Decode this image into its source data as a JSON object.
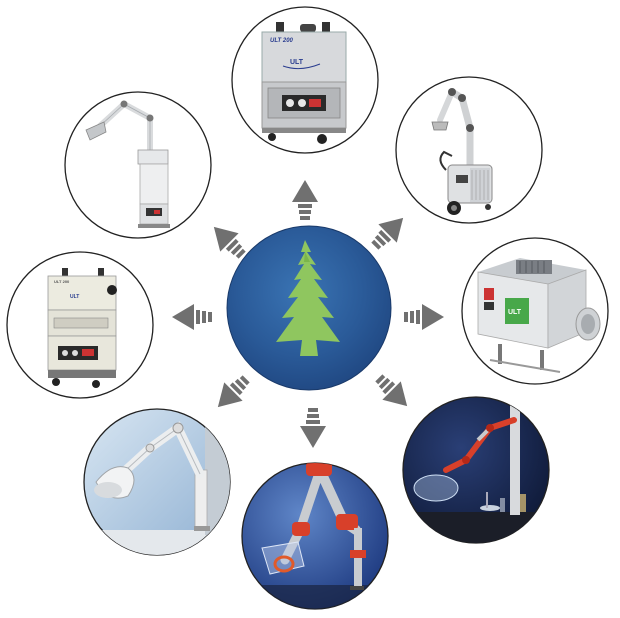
{
  "diagram": {
    "center": {
      "icon": "tree-icon"
    },
    "products": [
      {
        "id": "top",
        "icon": "fume-extractor-cabinet-icon",
        "label": "ULT 200",
        "logo": "ULT"
      },
      {
        "id": "top-right",
        "icon": "mobile-arm-extractor-icon"
      },
      {
        "id": "right",
        "icon": "inline-filter-unit-icon",
        "badge": "ULT"
      },
      {
        "id": "bottom-right",
        "icon": "lab-extraction-arm-icon"
      },
      {
        "id": "bottom",
        "icon": "red-extraction-arm-icon"
      },
      {
        "id": "bottom-left",
        "icon": "wall-hood-arm-icon"
      },
      {
        "id": "left",
        "icon": "fume-extractor-cabinet-icon",
        "label": "ULT 200",
        "logo": "ULT"
      },
      {
        "id": "top-left",
        "icon": "arm-extractor-tower-icon"
      }
    ],
    "colors": {
      "arrow": "#707070",
      "center_fill": "#2a5a98",
      "tree": "#8fc65f",
      "arm_red": "#d8402a",
      "blue_bg": "#2f4f98"
    }
  }
}
